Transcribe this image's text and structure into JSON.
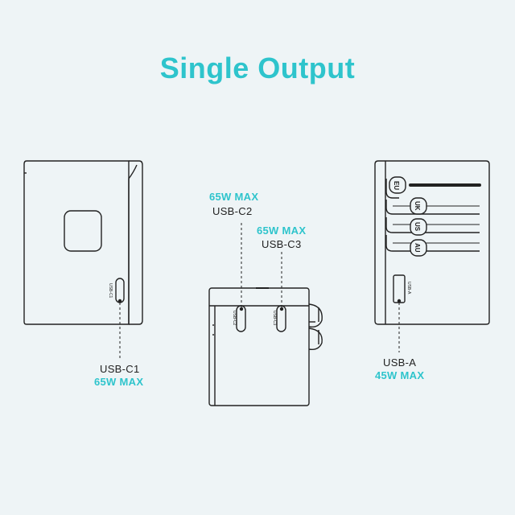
{
  "title": "Single Output",
  "accent_color": "#2ec4cc",
  "left_device": {
    "port_small_label": "USB-C1",
    "port_label": "USB-C1",
    "power_label": "65W MAX"
  },
  "middle_device": {
    "port_c2_small_label": "USB-C2",
    "port_c3_small_label": "USB-C3",
    "c2_power_label": "65W MAX",
    "c2_port_label": "USB-C2",
    "c3_power_label": "65W MAX",
    "c3_port_label": "USB-C3"
  },
  "right_device": {
    "plug_labels": [
      "EU",
      "UK",
      "US",
      "AU"
    ],
    "port_small_label": "USB-A",
    "port_label": "USB-A",
    "power_label": "45W MAX"
  }
}
